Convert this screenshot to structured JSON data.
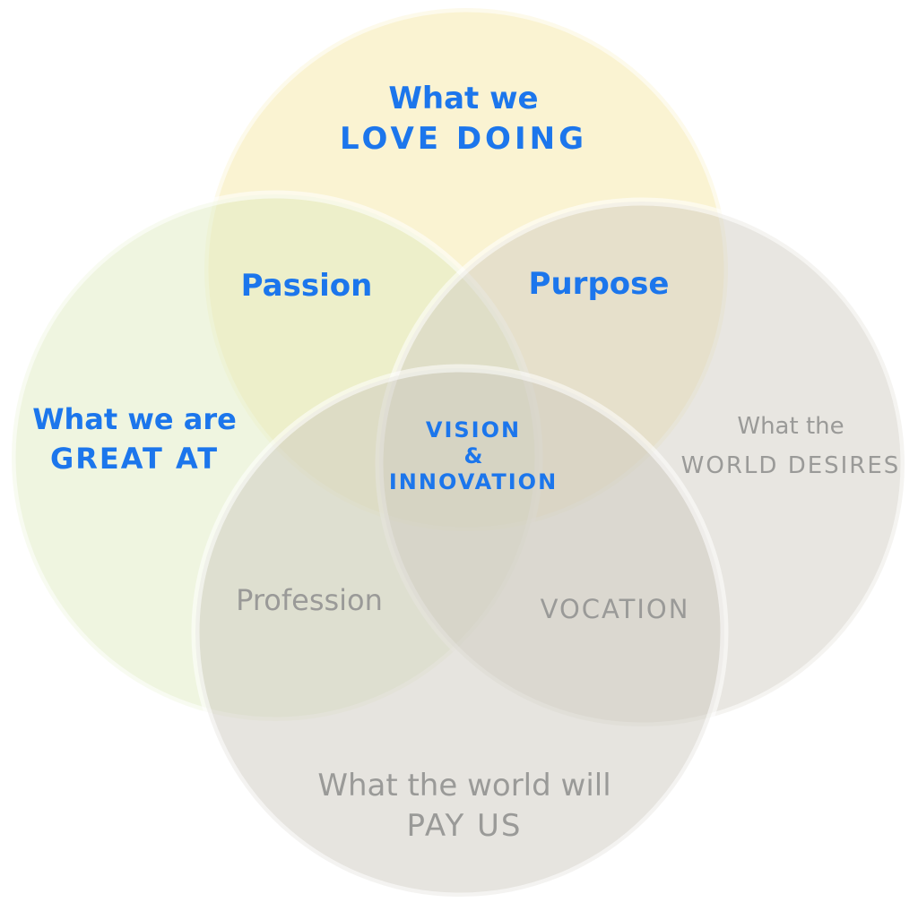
{
  "diagram": {
    "type": "venn",
    "palette": {
      "blue_text": "#1C76EC",
      "gray_text": "#9A9A98",
      "circle_rim": "#FFFFFF",
      "background": "#FFFFFF"
    },
    "circles": {
      "love": {
        "lines": [
          "What we",
          "LOVE DOING"
        ],
        "fill": "#F5E7A5"
      },
      "great": {
        "lines": [
          "What we are",
          "GREAT AT"
        ],
        "fill": "#DFEBC1"
      },
      "desires": {
        "lines": [
          "What the",
          "WORLD DESIRES"
        ],
        "fill": "#D1CDC3"
      },
      "pay": {
        "lines": [
          "What the world will",
          "PAY US"
        ],
        "fill": "#CDC9BF"
      }
    },
    "intersections": {
      "passion": {
        "label": "Passion"
      },
      "purpose": {
        "label": "Purpose"
      },
      "profession": {
        "label": "Profession"
      },
      "vocation": {
        "label": "VOCATION"
      },
      "center": {
        "lines": [
          "VISION",
          "&",
          "INNOVATION"
        ]
      }
    }
  }
}
